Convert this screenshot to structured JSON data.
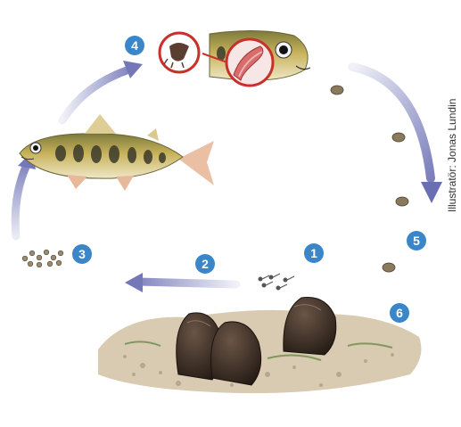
{
  "steps": [
    "1",
    "2",
    "3",
    "4",
    "5",
    "6"
  ],
  "credit": "Illustratör: Jonas Lundin",
  "colors": {
    "badge": "#3a86c8",
    "arrow": "#7478b8",
    "fish_body": "#b9a653",
    "fish_spot": "#3a3a2a",
    "fin": "#e8b89a",
    "mussel": "#3b2e26",
    "sediment": "#cdbba0",
    "magnifier_ring": "#c8302a"
  },
  "icons": {
    "juvenile_fish": "trout-icon",
    "adult_head": "trout-head-icon",
    "glochidia": "larva-dots-icon",
    "mussels": "freshwater-mussel-icon",
    "magnifier": "magnifier-circle-icon"
  }
}
